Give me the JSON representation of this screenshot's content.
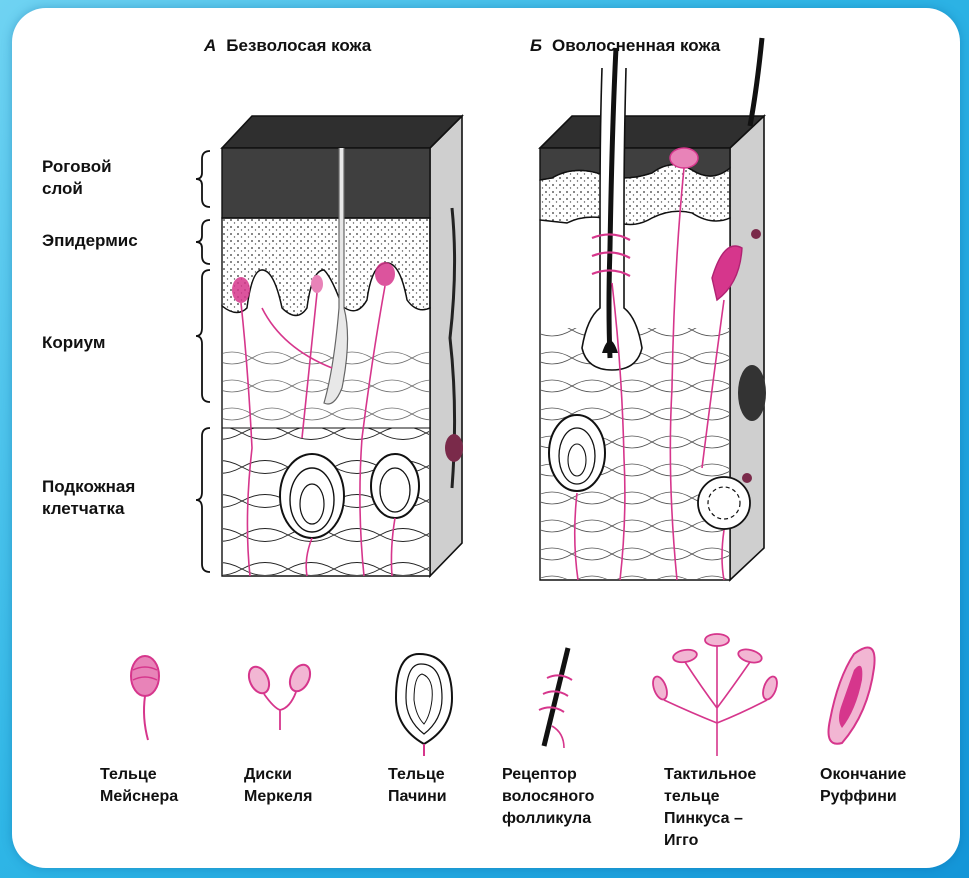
{
  "panels": [
    {
      "letter": "А",
      "title": "Безволосая кожа"
    },
    {
      "letter": "Б",
      "title": "Оволосненная кожа"
    }
  ],
  "layers": [
    "Роговой\nслой",
    "Эпидермис",
    "Кориум",
    "Подкожная\nклетчатка"
  ],
  "receptors": [
    "Тельце\nМейснера",
    "Диски\nМеркеля",
    "Тельце\nПачини",
    "Рецептор\nволосяного\nфолликула",
    "Тактильное\nтельце\nПинкуса –\nИгго",
    "Окончание\nРуффини"
  ],
  "colors": {
    "background": "#2fb6e6",
    "nerve": "#d6368c",
    "keratin": "#3a3a3a"
  }
}
